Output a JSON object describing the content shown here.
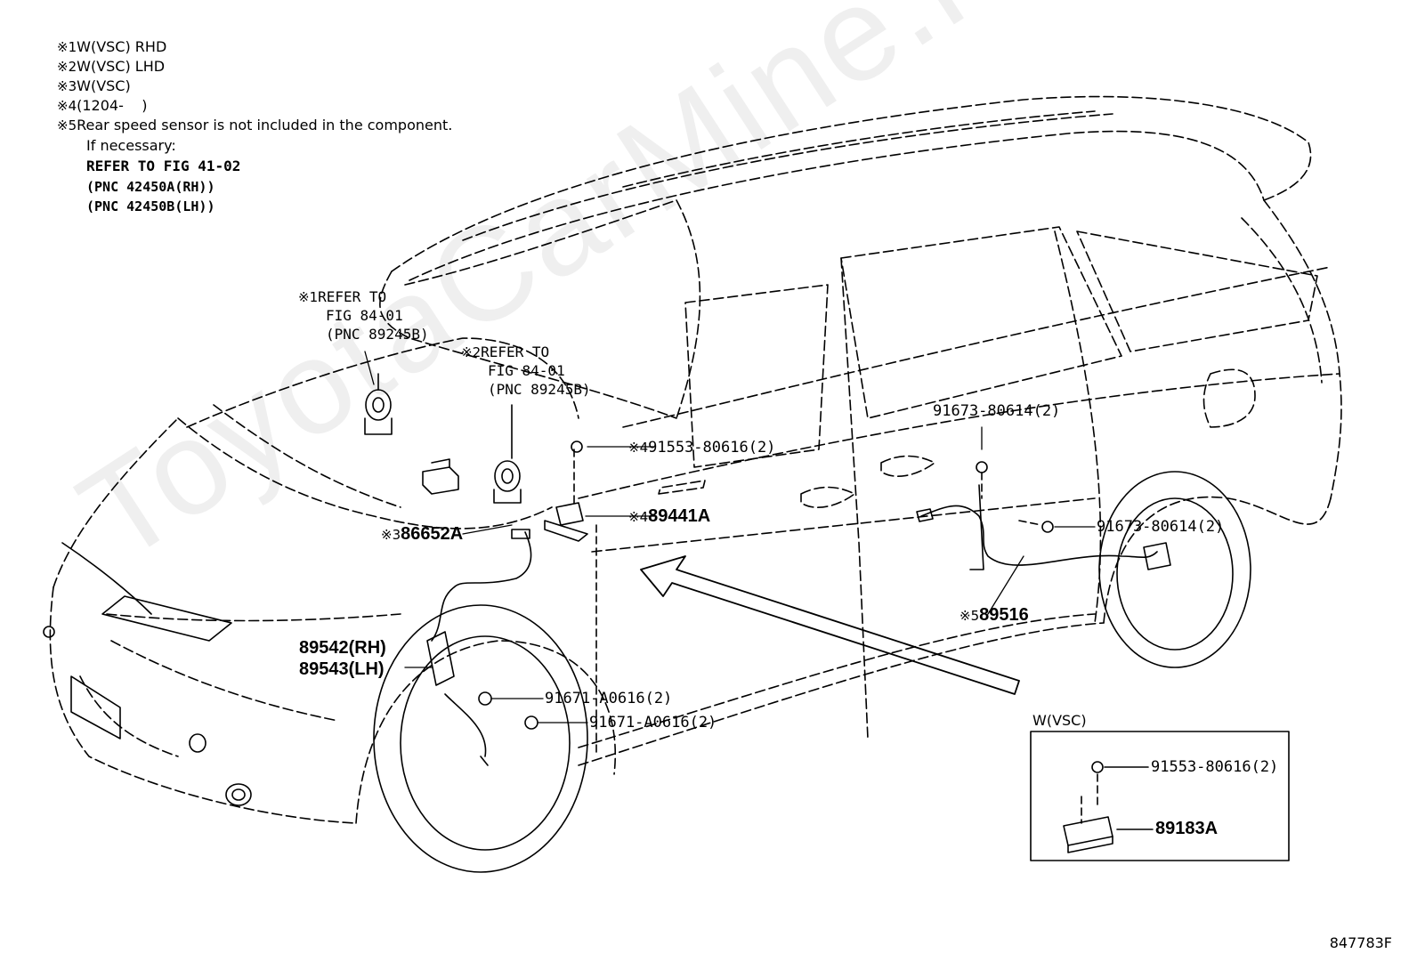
{
  "notes": [
    {
      "mark": "※1",
      "text": "W(VSC) RHD"
    },
    {
      "mark": "※2",
      "text": "W(VSC) LHD"
    },
    {
      "mark": "※3",
      "text": "W(VSC)"
    },
    {
      "mark": "※4",
      "text": "(1204-    )"
    },
    {
      "mark": "※5",
      "text": "Rear speed sensor is not included in the component."
    }
  ],
  "note5_extra": {
    "line1": "If necessary:",
    "line2": "REFER TO FIG 41-02",
    "line3": "(PNC 42450A(RH))",
    "line4": "(PNC 42450B(LH))"
  },
  "refs": {
    "ref1": {
      "mark": "※1",
      "line1": "REFER TO",
      "line2": "FIG 84-01",
      "line3": "(PNC 89245B)"
    },
    "ref2": {
      "mark": "※2",
      "line1": "REFER TO",
      "line2": "FIG 84-01",
      "line3": "(PNC 89245B)"
    }
  },
  "parts": {
    "p86652A": {
      "mark": "※3",
      "num": "86652A"
    },
    "p89441A": {
      "mark": "※4",
      "num": "89441A"
    },
    "p91553_top": {
      "mark": "※4",
      "num": "91553-80616(2)"
    },
    "p89542": "89542(RH)",
    "p89543": "89543(LH)",
    "p91671_a": "91671-A0616(2)",
    "p91671_b": "91671-A0616(2)",
    "p91673_a": "91673-80614(2)",
    "p91673_b": "91673-80614(2)",
    "p89516": {
      "mark": "※5",
      "num": "89516"
    },
    "inset_title": "W(VSC)",
    "p91553_inset": "91553-80616(2)",
    "p89183A": "89183A"
  },
  "watermark": "ToyotaCarMine.ru",
  "figure_number": "847783F"
}
